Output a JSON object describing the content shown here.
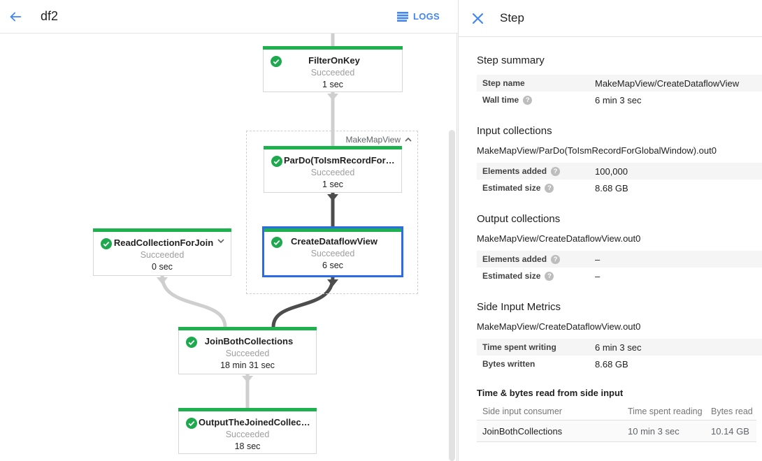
{
  "header": {
    "title": "df2",
    "logs_label": "LOGS"
  },
  "panel": {
    "title": "Step",
    "sections": {
      "step_summary": {
        "heading": "Step summary",
        "rows": [
          {
            "label": "Step name",
            "value": "MakeMapView/CreateDataflowView"
          },
          {
            "label": "Wall time",
            "value": "6 min 3 sec"
          }
        ]
      },
      "input_collections": {
        "heading": "Input collections",
        "collection": "MakeMapView/ParDo(ToIsmRecordForGlobalWindow).out0",
        "rows": [
          {
            "label": "Elements added",
            "value": "100,000"
          },
          {
            "label": "Estimated size",
            "value": "8.68 GB"
          }
        ]
      },
      "output_collections": {
        "heading": "Output collections",
        "collection": "MakeMapView/CreateDataflowView.out0",
        "rows": [
          {
            "label": "Elements added",
            "value": "–"
          },
          {
            "label": "Estimated size",
            "value": "–"
          }
        ]
      },
      "side_input_metrics": {
        "heading": "Side Input Metrics",
        "collection": "MakeMapView/CreateDataflowView.out0",
        "rows": [
          {
            "label": "Time spent writing",
            "value": "6 min 3 sec"
          },
          {
            "label": "Bytes written",
            "value": "8.68 GB"
          }
        ]
      },
      "side_input_table": {
        "heading": "Time & bytes read from side input",
        "columns": [
          "Side input consumer",
          "Time spent reading",
          "Bytes read"
        ],
        "rows": [
          {
            "consumer": "JoinBothCollections",
            "time_reading": "10 min 3 sec",
            "bytes_read": "10.14 GB"
          }
        ]
      }
    }
  },
  "graph": {
    "group_label": "MakeMapView",
    "nodes": {
      "filter_on_key": {
        "name": "FilterOnKey",
        "status": "Succeeded",
        "time": "1 sec"
      },
      "pardo_to_ism": {
        "name": "ParDo(ToIsmRecordFor…",
        "status": "Succeeded",
        "time": "1 sec"
      },
      "create_dataflow_view": {
        "name": "CreateDataflowView",
        "status": "Succeeded",
        "time": "6 sec"
      },
      "read_collection_for_join": {
        "name": "ReadCollectionForJoin",
        "status": "Succeeded",
        "time": "0 sec"
      },
      "join_both_collections": {
        "name": "JoinBothCollections",
        "status": "Succeeded",
        "time": "18 min 31 sec"
      },
      "output_the_joined": {
        "name": "OutputTheJoinedCollec…",
        "status": "Succeeded",
        "time": "18 sec"
      }
    },
    "colors": {
      "success_green": "#1db24d",
      "selected_blue": "#2b6be8",
      "edge_light": "#cfcfcf",
      "edge_dark": "#4d4d4d",
      "accent_blue": "#4285f4"
    }
  }
}
